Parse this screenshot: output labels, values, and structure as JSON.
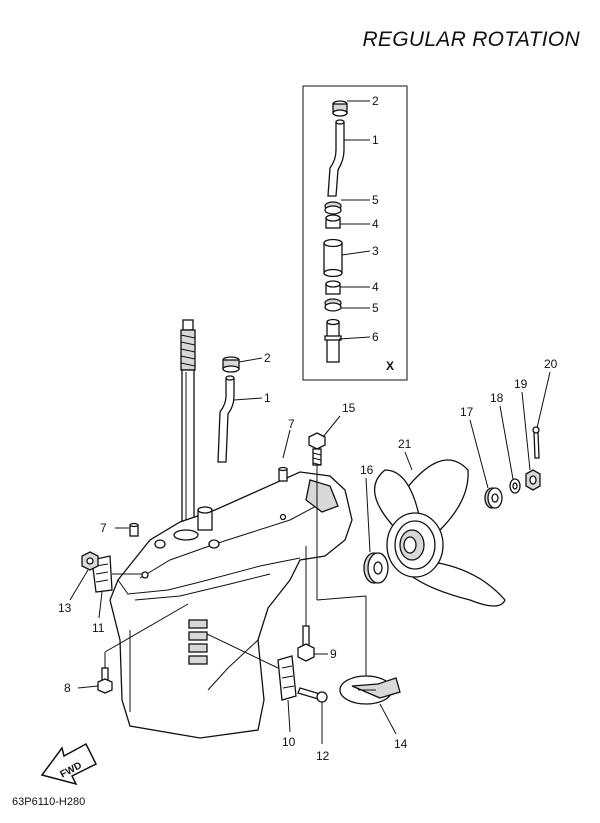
{
  "header": {
    "title": "REGULAR ROTATION"
  },
  "footer": {
    "diagram_code": "63P6110-H280"
  },
  "inset": {
    "marker": "X"
  },
  "fwd_label": "FWD",
  "callouts": {
    "inset_2": "2",
    "inset_1": "1",
    "inset_5a": "5",
    "inset_4a": "4",
    "inset_3": "3",
    "inset_4b": "4",
    "inset_5b": "5",
    "inset_6": "6",
    "main_2": "2",
    "main_1": "1",
    "p7a": "7",
    "p7b": "7",
    "p15": "15",
    "p16": "16",
    "p17": "17",
    "p18": "18",
    "p19": "19",
    "p20": "20",
    "p21": "21",
    "p13": "13",
    "p11": "11",
    "p8": "8",
    "p9": "9",
    "p10": "10",
    "p12": "12",
    "p14": "14"
  }
}
